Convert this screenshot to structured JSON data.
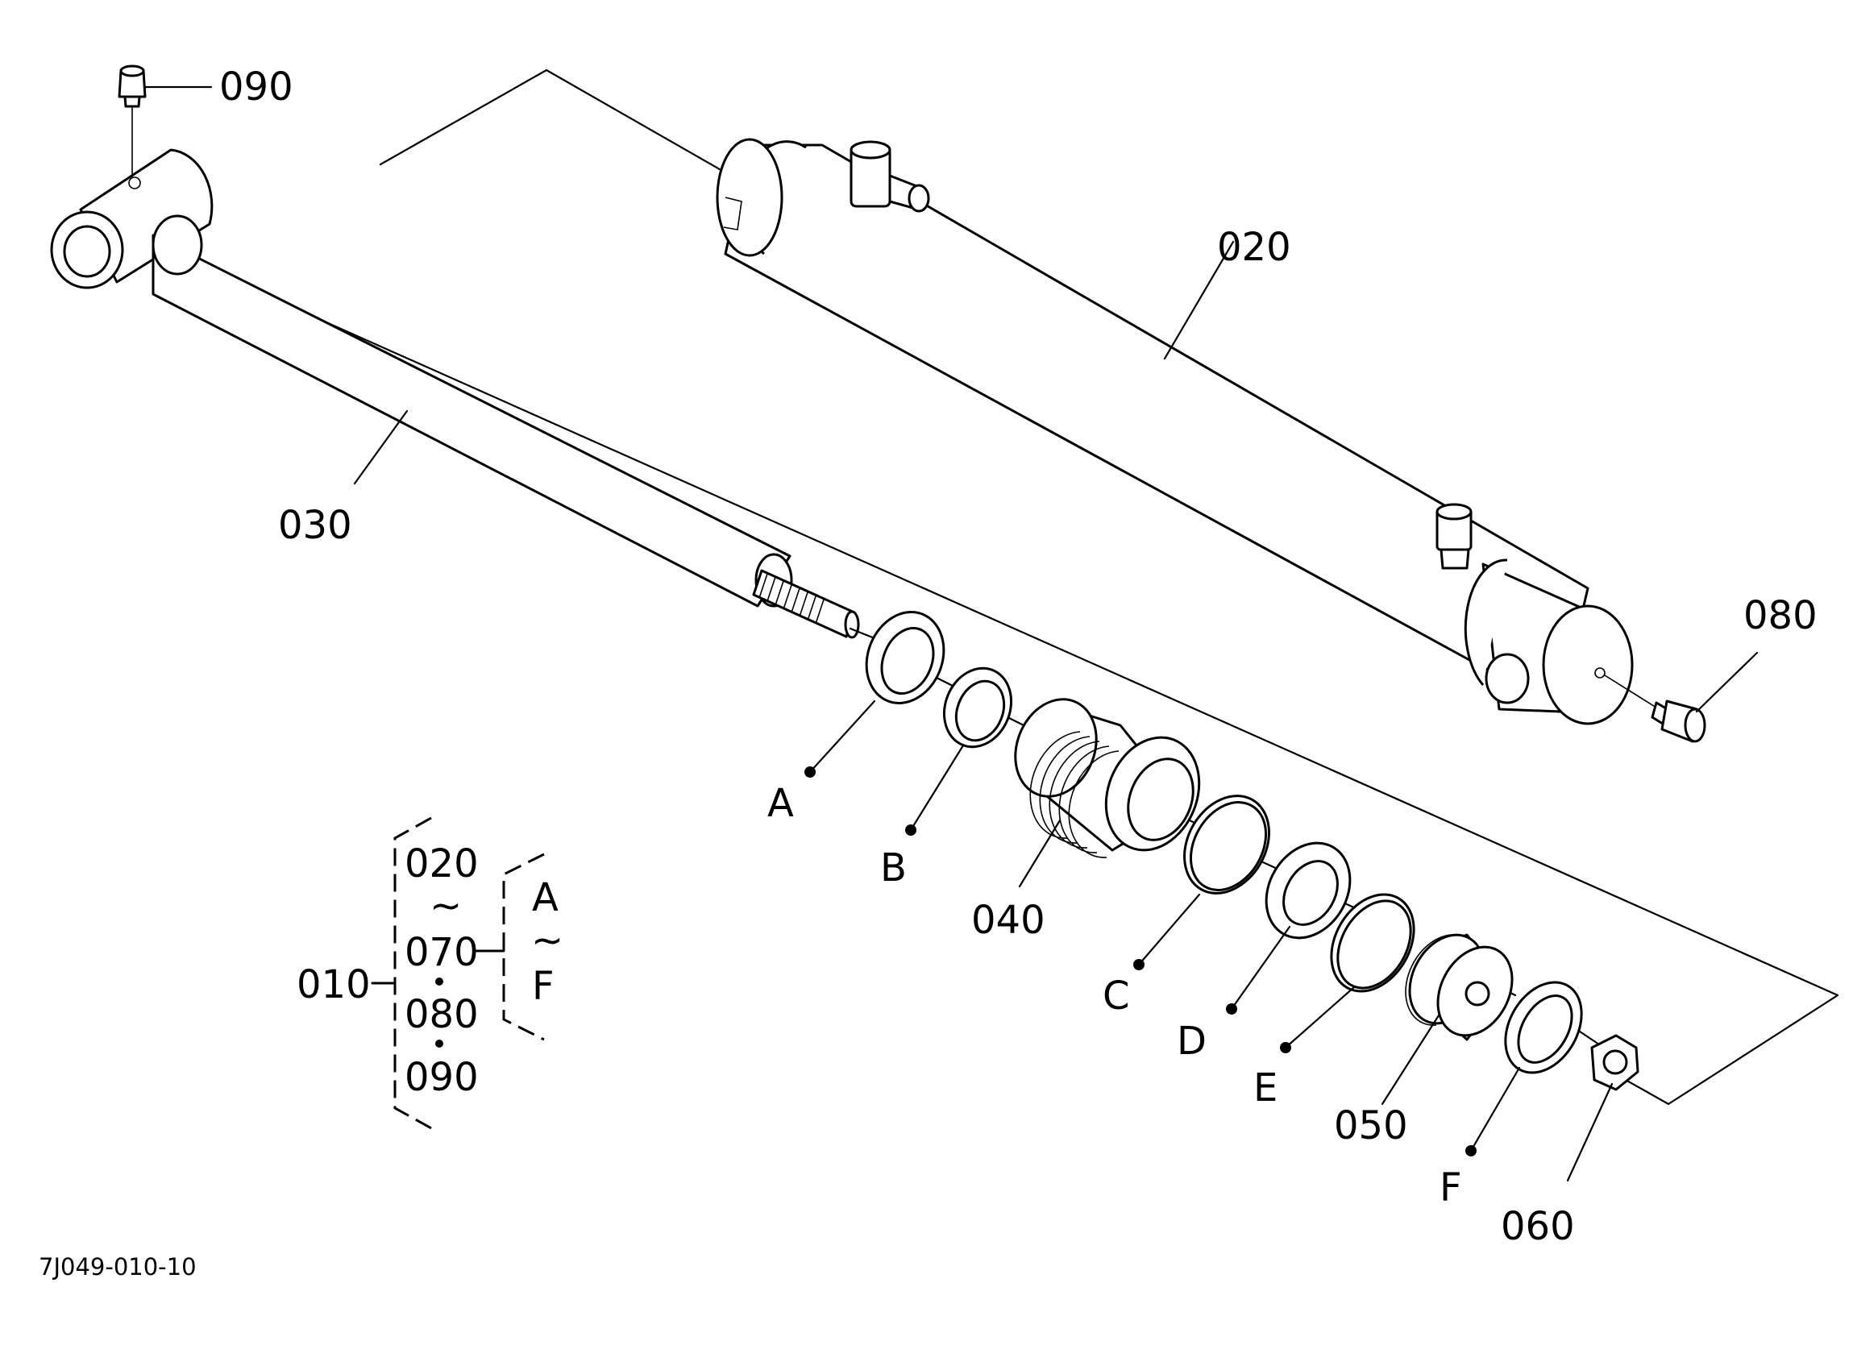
{
  "diagram_code": "7J049-010-10",
  "parts": [
    {
      "id": "090",
      "label": "090"
    },
    {
      "id": "020",
      "label": "020"
    },
    {
      "id": "030",
      "label": "030"
    },
    {
      "id": "080",
      "label": "080"
    },
    {
      "id": "040",
      "label": "040"
    },
    {
      "id": "050",
      "label": "050"
    },
    {
      "id": "060",
      "label": "060"
    }
  ],
  "seal_letters": [
    "A",
    "B",
    "C",
    "D",
    "E",
    "F"
  ],
  "assembly_legend": {
    "main": "010",
    "range_start": "020",
    "range_end": "070",
    "plus_1": "080",
    "plus_2": "090",
    "sub_start": "A",
    "sub_end": "F",
    "range_symbol": "~"
  }
}
